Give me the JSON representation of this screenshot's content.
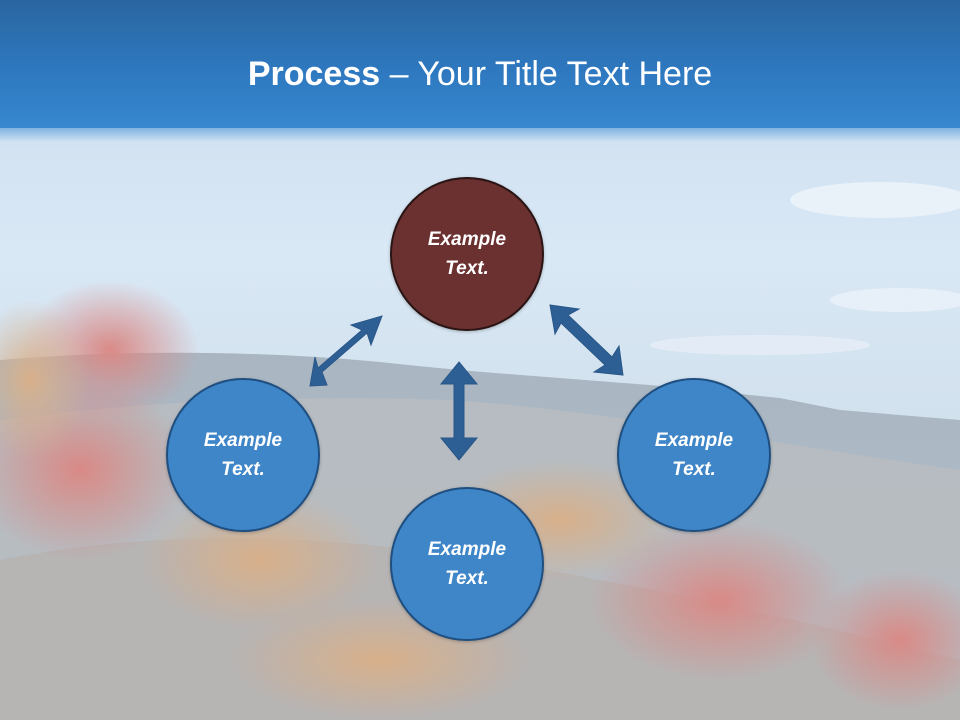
{
  "title": {
    "bold": "Process",
    "rest": " – Your Title Text Here"
  },
  "nodes": {
    "top": "Example\nText.",
    "left": "Example\nText.",
    "right": "Example\nText.",
    "bottom": "Example\nText."
  },
  "colors": {
    "title_bar": "#2e78bf",
    "node_fill": "#3f86c9",
    "node_border": "#1f4f80",
    "top_node_fill": "#6b3030",
    "arrow": "#2d5f94"
  }
}
